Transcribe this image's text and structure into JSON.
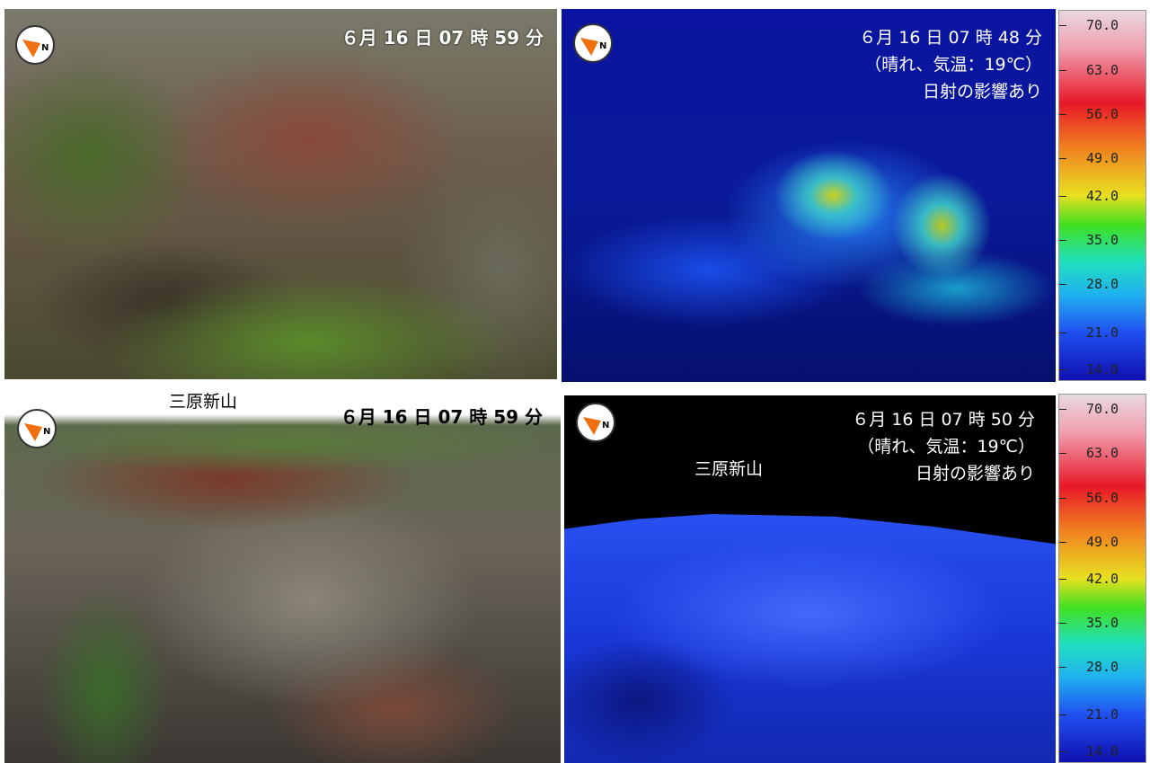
{
  "top_left": {
    "timestamp": "６月 16 日 07 時 59 分"
  },
  "top_right": {
    "timestamp": "６月 16 日 07 時 48 分",
    "weather": "（晴れ、気温：19℃）",
    "note": "日射の影響あり"
  },
  "bottom_left": {
    "timestamp": "６月 16 日 07 時 59 分",
    "location": "三原新山"
  },
  "bottom_right": {
    "timestamp": "６月 16 日 07 時 50 分",
    "weather": "（晴れ、気温：19℃）",
    "note": "日射の影響あり",
    "location": "三原新山"
  },
  "scale_ticks": [
    "70.0",
    "63.0",
    "56.0",
    "49.0",
    "42.0",
    "35.0",
    "28.0",
    "21.0",
    "14.0"
  ],
  "colors": {
    "compass_arrow": "#f07010",
    "thermal_base": "#0a14a0"
  }
}
